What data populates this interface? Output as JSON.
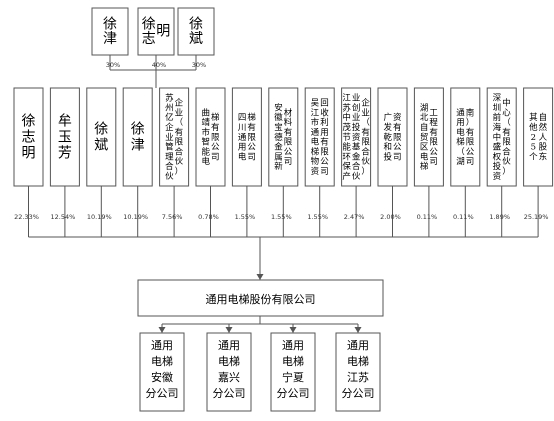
{
  "top_shareholders": [
    {
      "name": "徐津",
      "pct": "30%"
    },
    {
      "name": "徐志明",
      "pct": "40%"
    },
    {
      "name": "徐斌",
      "pct": "30%"
    }
  ],
  "shareholders": [
    {
      "name": "徐志明",
      "pct": "22.33%",
      "size": "big"
    },
    {
      "name": "牟玉芳",
      "pct": "12.54%",
      "size": "big"
    },
    {
      "name": "徐斌",
      "pct": "10.19%",
      "size": "big"
    },
    {
      "name": "徐津",
      "pct": "10.19%",
      "size": "big"
    },
    {
      "name": "苏州亿企业管理合伙企业（有限合伙）",
      "pct": "7.56%",
      "size": "small"
    },
    {
      "name": "曲靖市智能电梯有限公司",
      "pct": "0.78%",
      "size": "small"
    },
    {
      "name": "四川通用电梯有限公司",
      "pct": "1.55%",
      "size": "small"
    },
    {
      "name": "安徽宝德金属新材料有限公司",
      "pct": "1.55%",
      "size": "small"
    },
    {
      "name": "吴江市通电梯物资回收利用有限公司",
      "pct": "1.55%",
      "size": "small"
    },
    {
      "name": "江苏中茂节能环保产业创业投资基金合伙企业（有限合伙）",
      "pct": "2.47%",
      "size": "small"
    },
    {
      "name": "广发乾和投资有限公司",
      "pct": "2.00%",
      "size": "small"
    },
    {
      "name": "湖北自贸区电梯工程有限公司",
      "pct": "0.11%",
      "size": "small"
    },
    {
      "name": "通用电梯（湖南）有限公司",
      "pct": "0.11%",
      "size": "small"
    },
    {
      "name": "深圳前海中盛权投资中心（有限合伙）",
      "pct": "1.89%",
      "size": "small"
    },
    {
      "name": "其他25个自然人股东",
      "pct": "25.19%",
      "size": "small"
    }
  ],
  "company": {
    "name": "通用电梯股份有限公司"
  },
  "subsidiaries": [
    {
      "name": "通用电梯安徽分公司"
    },
    {
      "name": "通用电梯嘉兴分公司"
    },
    {
      "name": "通用电梯宁夏分公司"
    },
    {
      "name": "通用电梯江苏分公司"
    }
  ]
}
